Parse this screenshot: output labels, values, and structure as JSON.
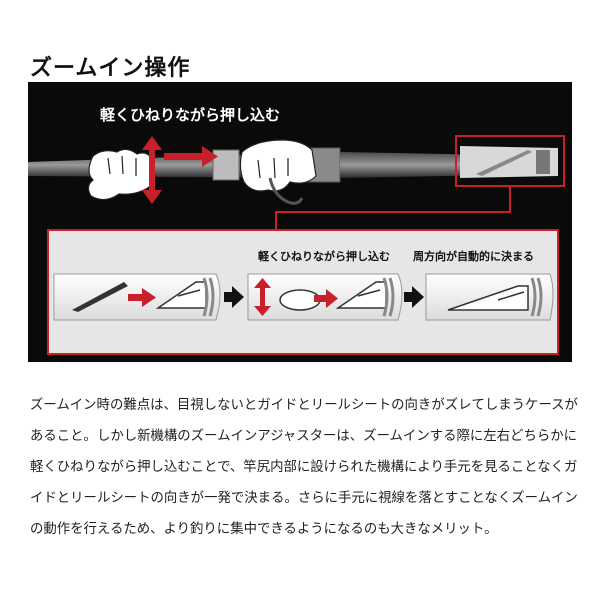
{
  "heading": "ズームイン操作",
  "diagram": {
    "main_label": "軽くひねりながら押し込む",
    "step_twist_label": "軽くひねりながら押し込む",
    "step_auto_label": "周方向が自動的に決まる",
    "colors": {
      "background": "#0a0a0a",
      "accent": "#c8202a",
      "inset": "#e6e6e6"
    }
  },
  "body": {
    "paragraph": "ズームイン時の難点は、目視しないとガイドとリールシートの向きがズレてしまうケースがあること。しかし新機構のズームインアジャスターは、ズームインする際に左右どちらかに軽くひねりながら押し込むことで、竿尻内部に設けられた機構により手元を見ることなくガイドとリールシートの向きが一発で決まる。さらに手元に視線を落とすことなくズームインの動作を行えるため、より釣りに集中できるようになるのも大きなメリット。"
  }
}
